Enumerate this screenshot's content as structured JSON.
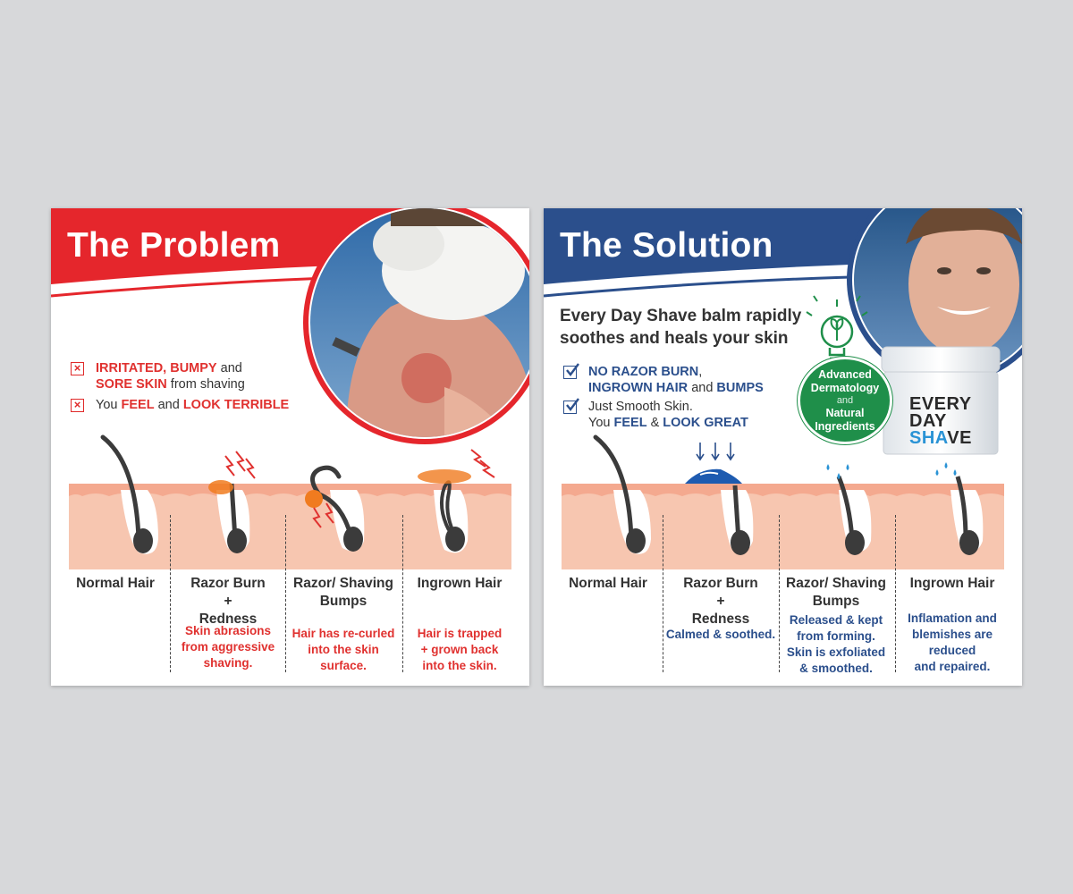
{
  "problem": {
    "title": "The Problem",
    "points": [
      {
        "icon": "x-box-icon",
        "parts": [
          {
            "text": "IRRITATED, BUMPY",
            "style": "red"
          },
          {
            "text": " and",
            "style": ""
          }
        ]
      },
      {
        "icon": "",
        "parts": [
          {
            "text": "SORE SKIN",
            "style": "red"
          },
          {
            "text": " from shaving",
            "style": ""
          }
        ]
      },
      {
        "icon": "x-box-icon",
        "parts": [
          {
            "text": "You ",
            "style": ""
          },
          {
            "text": "FEEL",
            "style": "red"
          },
          {
            "text": " and ",
            "style": ""
          },
          {
            "text": "LOOK TERRIBLE",
            "style": "red"
          }
        ]
      }
    ],
    "stages": [
      {
        "label": "Normal Hair",
        "desc": ""
      },
      {
        "label": "Razor Burn\n+\nRedness",
        "desc": "Skin abrasions\nfrom aggressive\nshaving."
      },
      {
        "label": "Razor/ Shaving\nBumps",
        "desc": "Hair has re-curled\ninto the skin\nsurface."
      },
      {
        "label": "Ingrown Hair",
        "desc": "Hair is trapped\n+ grown back\ninto the skin."
      }
    ]
  },
  "solution": {
    "title": "The Solution",
    "headline": "Every Day Shave balm rapidly soothes and heals your skin",
    "points": [
      {
        "icon": "checkbox-icon",
        "parts": [
          {
            "text": "NO RAZOR BURN",
            "style": "blue"
          },
          {
            "text": ",",
            "style": ""
          }
        ]
      },
      {
        "icon": "",
        "parts": [
          {
            "text": "INGROWN HAIR",
            "style": "blue"
          },
          {
            "text": " and ",
            "style": ""
          },
          {
            "text": "BUMPS",
            "style": "blue"
          }
        ]
      },
      {
        "icon": "checkbox-icon",
        "parts": [
          {
            "text": "Just Smooth Skin.",
            "style": ""
          }
        ]
      },
      {
        "icon": "",
        "parts": [
          {
            "text": "You ",
            "style": ""
          },
          {
            "text": "FEEL",
            "style": "blue"
          },
          {
            "text": " & ",
            "style": ""
          },
          {
            "text": "LOOK GREAT",
            "style": "blue"
          }
        ]
      }
    ],
    "badge": {
      "line1": "Advanced",
      "line2": "Dermatology",
      "and": "and",
      "line3": "Natural",
      "line4": "Ingredients"
    },
    "brand": {
      "l1a": "EVERY",
      "l2a": "DAY",
      "l3a": "SHA",
      "l3b": "VE"
    },
    "stages": [
      {
        "label": "Normal Hair",
        "desc": ""
      },
      {
        "label": "Razor Burn\n+\nRedness",
        "desc": "Calmed & soothed."
      },
      {
        "label": "Razor/ Shaving\nBumps",
        "desc": "Released & kept\nfrom forming.\nSkin is exfoliated\n& smoothed."
      },
      {
        "label": "Ingrown Hair",
        "desc": "Inflamation and\nblemishes are\nreduced\nand repaired."
      }
    ]
  },
  "colors": {
    "problem_red": "#e5262c",
    "solution_blue": "#2b4f8c",
    "skin": "#f7c6b0",
    "skin_top": "#f4a98f",
    "badge_green": "#1f8f4a"
  }
}
